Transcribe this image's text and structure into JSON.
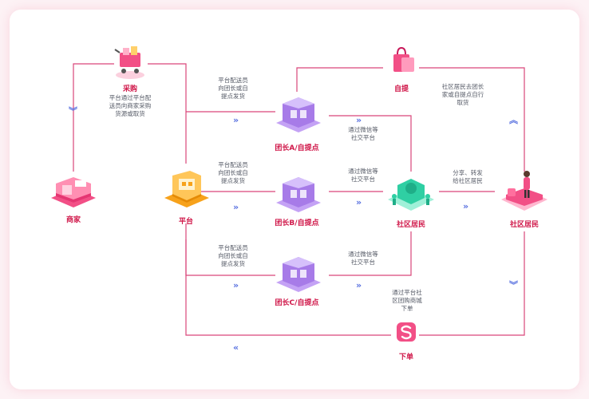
{
  "nodes": {
    "purchase": "采购",
    "merchant": "商家",
    "platform": "平台",
    "leader_a": "团长A/自提点",
    "leader_b": "团长B/自提点",
    "leader_c": "团长C/自提点",
    "pickup": "自提",
    "residents_mid": "社区居民",
    "residents_right": "社区居民",
    "order": "下单"
  },
  "notes": {
    "purchase": "平台通过平台配\n送员向商家采购\n货源或取货",
    "deliver_a": "平台配送员\n向团长或自\n提点发货",
    "deliver_b": "平台配送员\n向团长或自\n提点发货",
    "deliver_c": "平台配送员\n向团长或自\n提点发货",
    "wechat_a": "通过微信等\n社交平台",
    "wechat_b": "通过微信等\n社交平台",
    "wechat_c": "通过微信等\n社交平台",
    "pickup": "社区居民去团长\n家或自提点自行\n取货",
    "share": "分享、转发\n给社区居民",
    "order": "通过平台社\n区团购商城\n下单"
  },
  "colors": {
    "line": "#d9467a",
    "chevron": "#5a72e0",
    "label": "#d0184a",
    "store_purple": "#a77be8",
    "platform_orange": "#f7a21b",
    "resident_green": "#2fcfa3",
    "pink": "#f24f86"
  }
}
